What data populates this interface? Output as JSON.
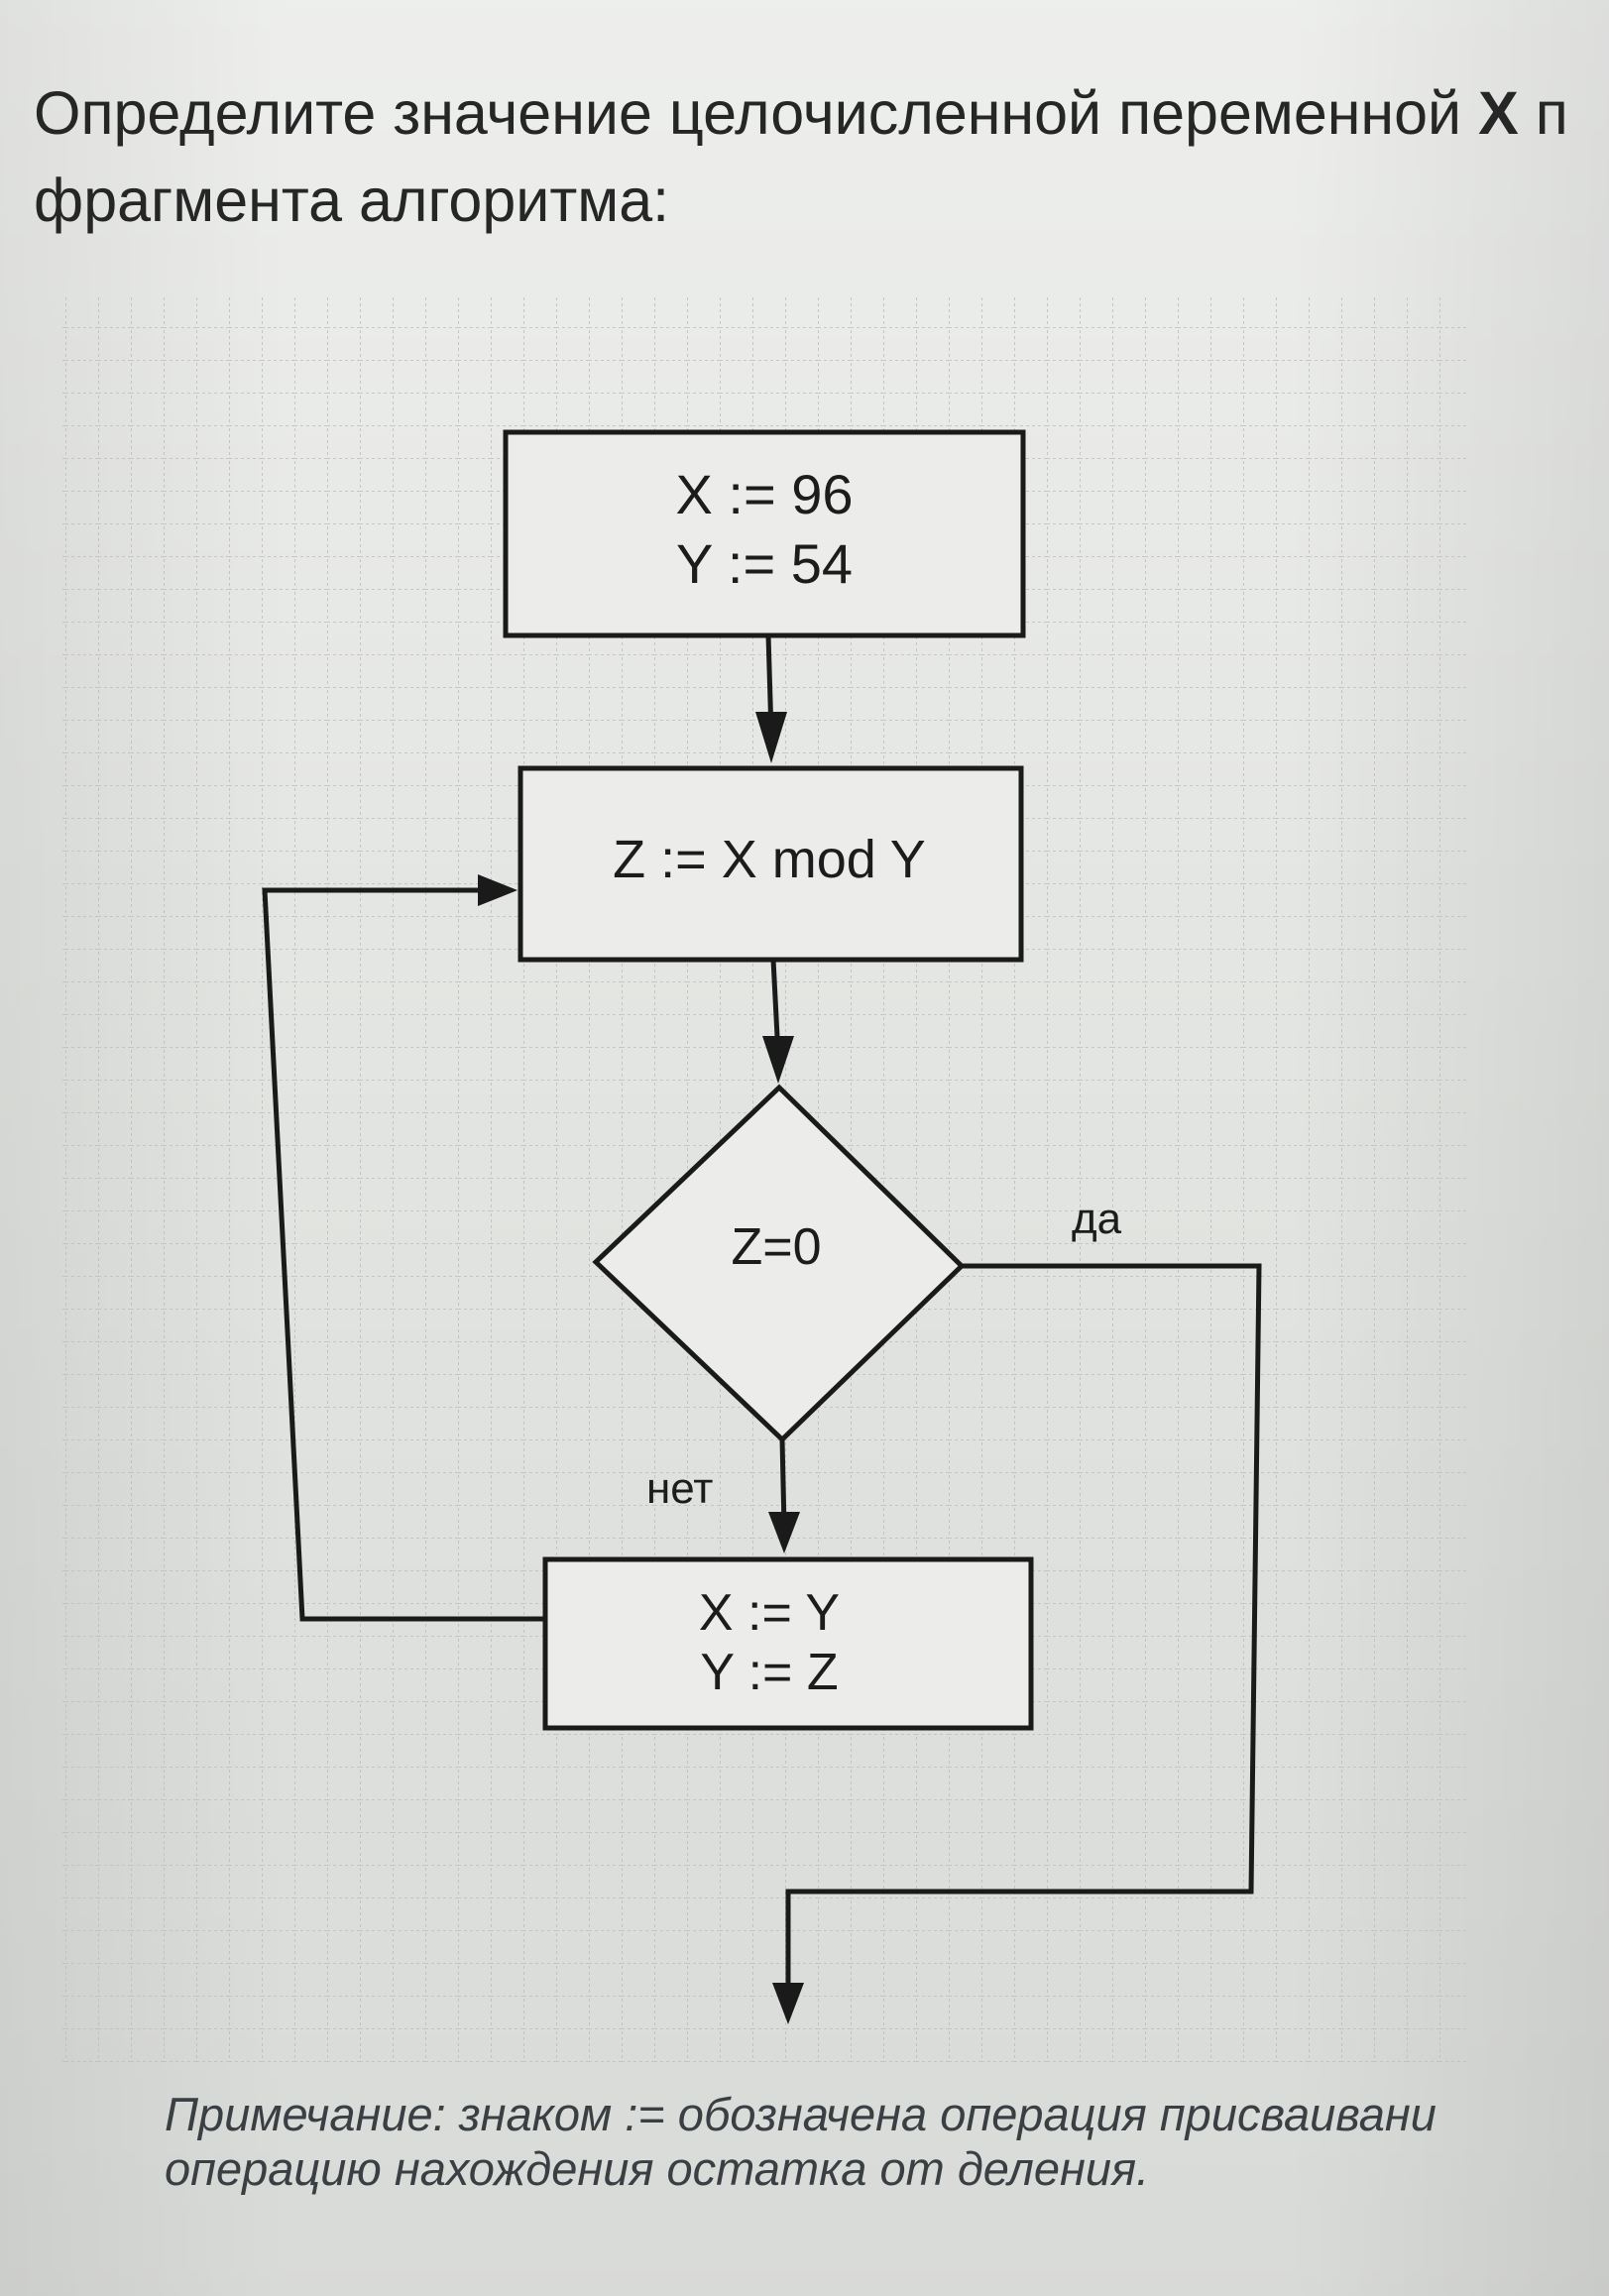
{
  "question": {
    "line1_text": "Определите значение целочисленной переменной ",
    "line1_variable": "X",
    "line1_tail": " п",
    "line2": "фрагмента алгоритма:"
  },
  "flowchart": {
    "start_block": {
      "line1": "X := 96",
      "line2": "Y := 54"
    },
    "mod_block": {
      "text": "Z := X mod Y"
    },
    "condition": {
      "text": "Z=0",
      "yes_label": "да",
      "no_label": "нет"
    },
    "swap_block": {
      "line1": "X := Y",
      "line2": "Y := Z"
    }
  },
  "note": {
    "line1": "Примечание: знаком := обозначена операция присваивани",
    "line2": "операцию нахождения остатка от деления."
  }
}
